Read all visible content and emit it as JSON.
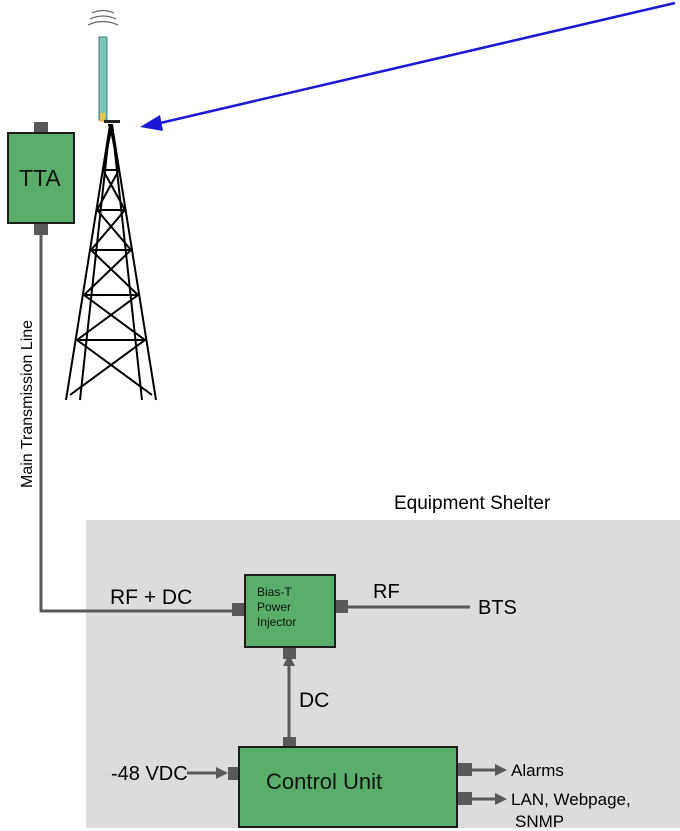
{
  "shelter": {
    "label": "Equipment Shelter"
  },
  "tta": {
    "label": "TTA"
  },
  "feedline": {
    "label": "Main Transmission Line"
  },
  "bias_t": {
    "line1": "Bias-T",
    "line2": "Power",
    "line3": "Injector"
  },
  "control_unit": {
    "label": "Control Unit"
  },
  "signals": {
    "rf_dc": "RF + DC",
    "rf": "RF",
    "bts": "BTS",
    "dc": "DC",
    "vdc_input": "-48 VDC",
    "alarms": "Alarms",
    "lan_line1": "LAN, Webpage,",
    "lan_line2": "SNMP"
  },
  "colors": {
    "box_fill": "#59ae6a",
    "shelter_fill": "#dcdcdc",
    "line_gray": "#595959",
    "arrow_blue": "#1a1ad6",
    "antenna": "#7cc6b8"
  }
}
